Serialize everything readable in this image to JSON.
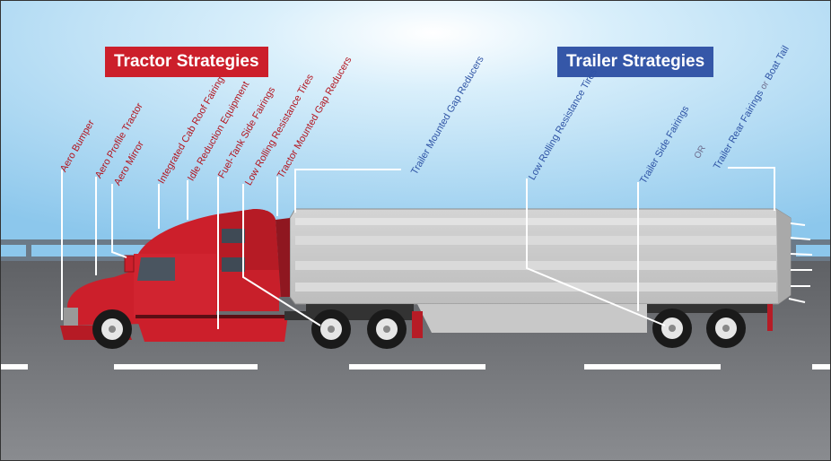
{
  "headers": {
    "tractor": "Tractor Strategies",
    "trailer": "Trailer Strategies"
  },
  "tractor_labels": [
    "Aero Bumper",
    "Aero Profile Tractor",
    "Aero Mirror",
    "Integrated Cab Roof Fairing",
    "Idle Reduction Equipment",
    "Fuel-Tank Side Fairings",
    "Low Rolling Resistance Tires",
    "Tractor Mounted Gap Reducers"
  ],
  "trailer_labels": {
    "gap_reducers": "Trailer Mounted Gap Reducers",
    "tires": "Low Rolling Resistance Tires",
    "side_fairings": "Trailer Side Fairings",
    "or_1": "OR",
    "rear_fairings": "Trailer Rear Fairings",
    "or_2": "or",
    "boat_tail": "Boat Tail"
  },
  "colors": {
    "tractor_red": "#cc1f2b",
    "trailer_blue": "#3557a8",
    "sky_top": "#8ec9ee",
    "road": "#6f7175"
  }
}
